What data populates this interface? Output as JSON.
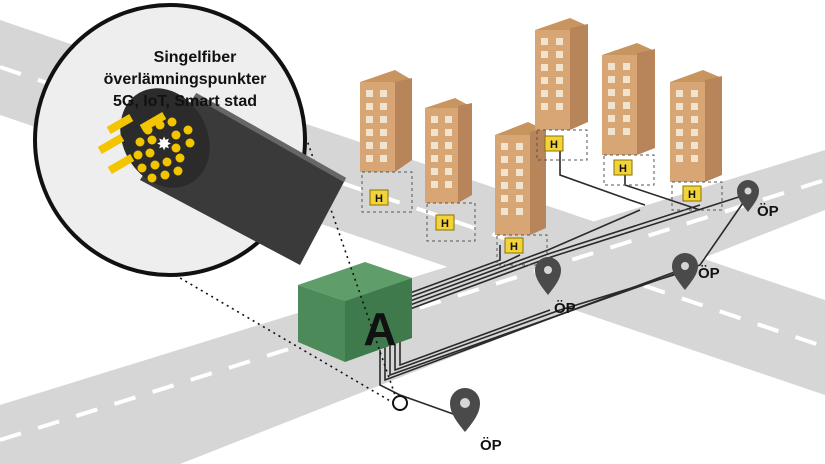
{
  "callout": {
    "line1": "Singelfiber",
    "line2": "överlämningspunkter",
    "line3": "5G, IoT, Smart stad"
  },
  "node_label": "A",
  "building_label": "H",
  "handover_points": [
    {
      "id": "op1",
      "label": "ÖP"
    },
    {
      "id": "op2",
      "label": "ÖP"
    },
    {
      "id": "op3",
      "label": "ÖP"
    },
    {
      "id": "op4",
      "label": "ÖP"
    }
  ],
  "colors": {
    "road": "#d6d6d6",
    "road_dash": "#ffffff",
    "building_front": "#d8a574",
    "building_side": "#b8845a",
    "window": "#f2e3cf",
    "handover_box": "#f2d33a",
    "node_box": "#4d8a5a",
    "fiber": "#f2c500",
    "cable": "#2a2a2a",
    "pin": "#4a4a4a"
  }
}
